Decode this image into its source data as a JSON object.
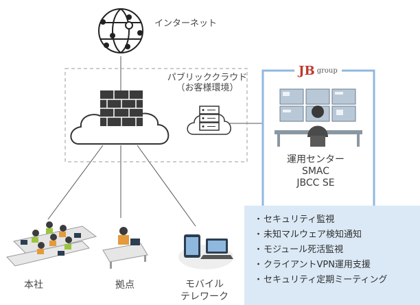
{
  "labels": {
    "internet": "インターネット",
    "cloud_line1": "パブリッククラウド",
    "cloud_line2": "（お客様環境）",
    "hq": "本社",
    "branch": "拠点",
    "mobile_line1": "モバイル",
    "mobile_line2": "テレワーク"
  },
  "logo": {
    "mark": "JB",
    "text": "group"
  },
  "operations": {
    "line1": "運用センター",
    "line2": "SMAC",
    "line3": "JBCC SE"
  },
  "services": [
    "セキュリティ監視",
    "未知マルウェア検知通知",
    "モジュール死活監視",
    "クライアントVPN運用支援",
    "セキュリティ定期ミーティング"
  ],
  "bullet": "・",
  "colors": {
    "jb_frame": "#8fb8de",
    "service_bg": "#dbe9f6",
    "firewall": "#3b3b3b",
    "logo_red": "#c0392b"
  }
}
